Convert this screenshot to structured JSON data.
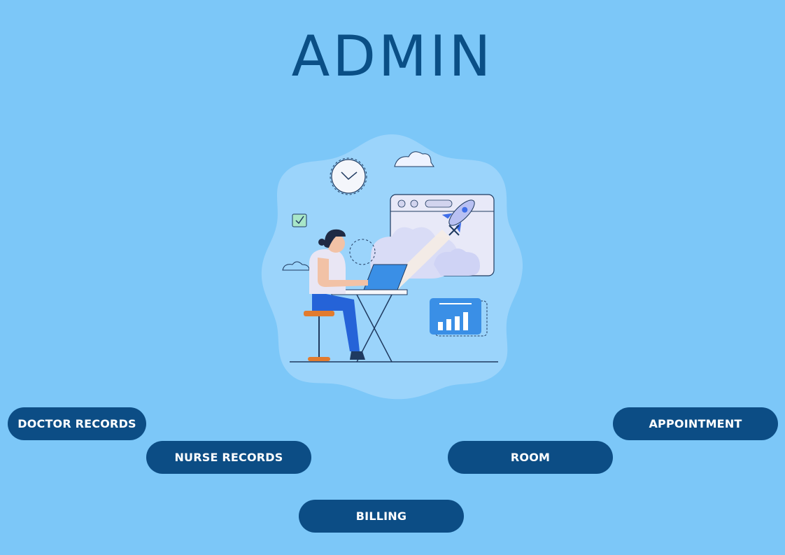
{
  "page": {
    "title": "ADMIN"
  },
  "illustration": {
    "icon": "admin-working-laptop-illustration"
  },
  "nav": {
    "doctor_records": "DOCTOR RECORDS",
    "nurse_records": "NURSE RECORDS",
    "billing": "BILLING",
    "room": "ROOM",
    "appointment": "APPOINTMENT"
  },
  "colors": {
    "background": "#7cc7f8",
    "title": "#0a4f86",
    "button": "#0c4d85",
    "button_text": "#ffffff"
  }
}
